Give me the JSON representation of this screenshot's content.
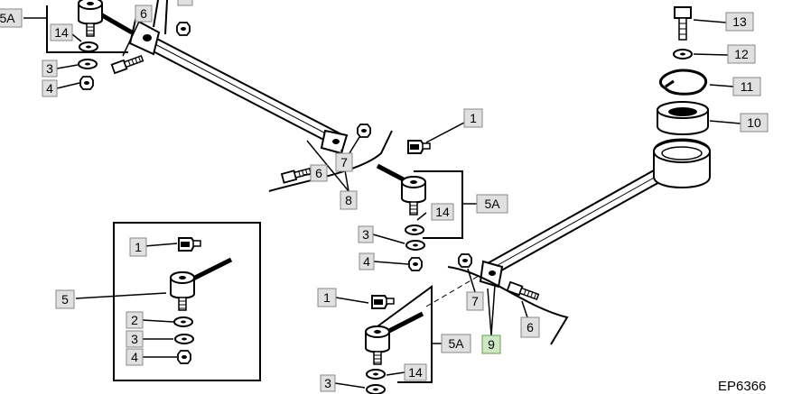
{
  "diagram": {
    "reference_code": "EP6366",
    "colors": {
      "line": "#000000",
      "callout_box": "#e0e0e0",
      "callout_box_highlight": "#cfe8c4",
      "part_fill": "#ffffff"
    },
    "callouts": {
      "c1a": "1",
      "c1b": "1",
      "c1c": "1",
      "c2": "2",
      "c3a": "3",
      "c3b": "3",
      "c3c": "3",
      "c3d": "3",
      "c4a": "4",
      "c4b": "4",
      "c4c": "4",
      "c5": "5",
      "c5a1": "5A",
      "c5a2": "5A",
      "c5a3": "5A",
      "c6a": "6",
      "c6b": "6",
      "c6c": "6",
      "c7a": "7",
      "c7b": "7",
      "c8": "8",
      "c9": "9",
      "c10": "10",
      "c11": "11",
      "c12": "12",
      "c13": "13",
      "c14a": "14",
      "c14b": "14",
      "c14c": "14"
    }
  }
}
